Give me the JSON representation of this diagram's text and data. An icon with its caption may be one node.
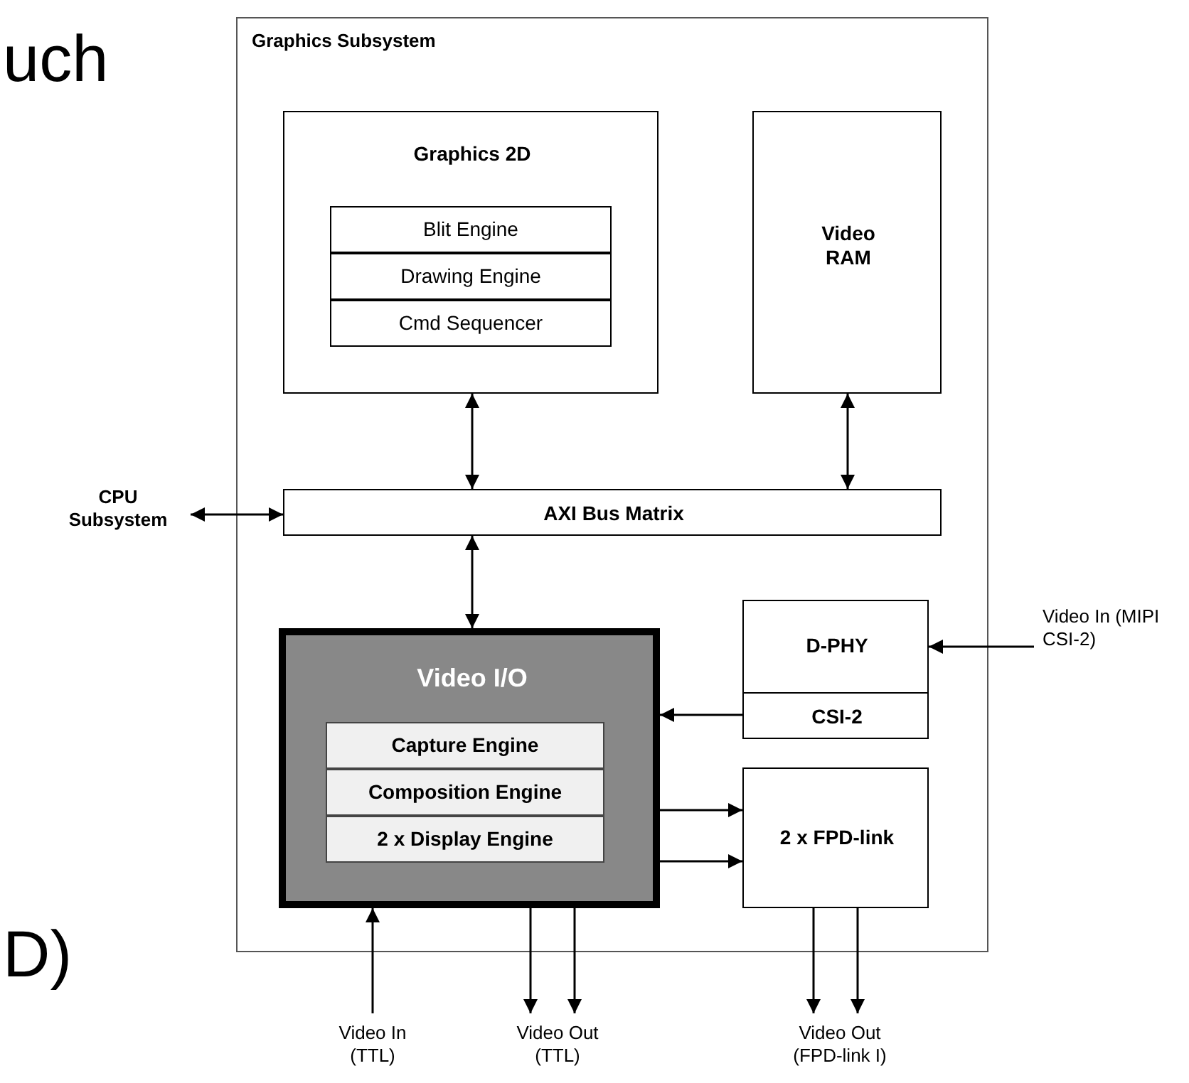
{
  "diagram": {
    "nodes": [
      {
        "text": [
          "Graphics Subsystem"
        ]
      },
      {
        "text": [
          "Graphics 2D"
        ],
        "in": 0
      },
      {
        "text": [
          "Blit Engine"
        ],
        "in": 1
      },
      {
        "text": [
          "Drawing Engine"
        ],
        "in": 1
      },
      {
        "text": [
          "Cmd Sequencer"
        ],
        "in": 1
      },
      {
        "text": [
          "Video RAM"
        ],
        "in": 0
      },
      {
        "text": [
          "CPU Subsystem"
        ]
      },
      {
        "text": [
          "AXI Bus Matrix"
        ],
        "in": 0
      },
      {
        "text": [
          "Video I/O"
        ],
        "in": 0
      },
      {
        "text": [
          "Capture Engine"
        ],
        "in": 8
      },
      {
        "text": [
          "Composition Engine"
        ],
        "in": 8
      },
      {
        "text": [
          "2 x Display Engine"
        ],
        "in": 8
      },
      {
        "text": [
          "D-PHY"
        ],
        "in": 0
      },
      {
        "text": [
          "CSI-2"
        ],
        "in": 0
      },
      {
        "text": [
          "2 x FPD-link"
        ],
        "in": 0
      },
      {
        "text": [
          "Video In (MIPI CSI-2)"
        ]
      },
      {
        "text": [
          "Video In (TTL)"
        ]
      },
      {
        "text": [
          "Video Out (TTL)"
        ]
      },
      {
        "text": [
          "Video Out (FPD-link I)"
        ]
      }
    ],
    "edges": [
      {
        "from": 1,
        "to": 7,
        "arrow": "both"
      },
      {
        "from": 5,
        "to": 7,
        "arrow": "both"
      },
      {
        "from": 6,
        "to": 7,
        "arrow": "both"
      },
      {
        "from": 7,
        "to": 8,
        "arrow": "both"
      },
      {
        "from": 15,
        "to": 12,
        "arrow": "to"
      },
      {
        "from": 13,
        "to": 8,
        "arrow": "to"
      },
      {
        "from": 8,
        "to": 14,
        "arrow": "to"
      },
      {
        "from": 8,
        "to": 14,
        "arrow": "to"
      },
      {
        "from": 16,
        "to": 8,
        "arrow": "to"
      },
      {
        "from": 8,
        "to": 17,
        "arrow": "to"
      },
      {
        "from": 8,
        "to": 17,
        "arrow": "to"
      },
      {
        "from": 14,
        "to": 18,
        "arrow": "to"
      },
      {
        "from": 14,
        "to": 18,
        "arrow": "to"
      }
    ],
    "labels": [
      "uch",
      "D)"
    ]
  }
}
